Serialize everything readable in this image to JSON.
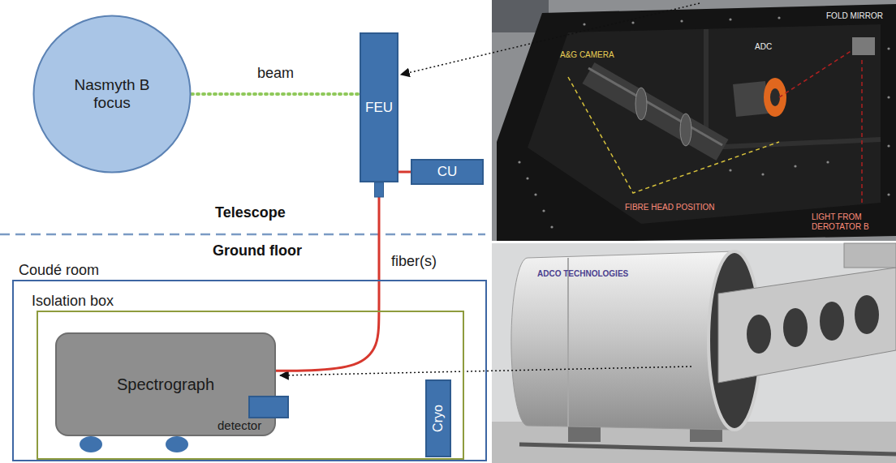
{
  "diagram": {
    "nodes": [
      {
        "text": [
          "Nasmyth B focus"
        ]
      },
      {
        "text": [
          "FEU"
        ]
      },
      {
        "text": [
          "CU"
        ]
      },
      {
        "text": [
          "Coudé room"
        ]
      },
      {
        "text": [
          "Isolation box"
        ],
        "in": 3
      },
      {
        "text": [
          "Spectrograph"
        ],
        "in": 4
      },
      {
        "text": [
          "detector"
        ],
        "in": 4
      },
      {
        "text": [
          "Cryo"
        ],
        "in": 4
      }
    ],
    "edges": [
      {
        "from": 0,
        "to": 1,
        "label": "beam",
        "arrow": "none"
      },
      {
        "from": 1,
        "to": 2,
        "arrow": "none"
      },
      {
        "from": 1,
        "to": 5,
        "label": "fiber(s)",
        "arrow": "none"
      }
    ],
    "labels": [
      "Telescope",
      "Ground floor",
      "A&G CAMERA",
      "ADC",
      "FOLD MIRROR",
      "FIBRE HEAD POSITION",
      "LIGHT FROM DEROTATOR B",
      "ADCO TECHNOLOGIES"
    ]
  }
}
